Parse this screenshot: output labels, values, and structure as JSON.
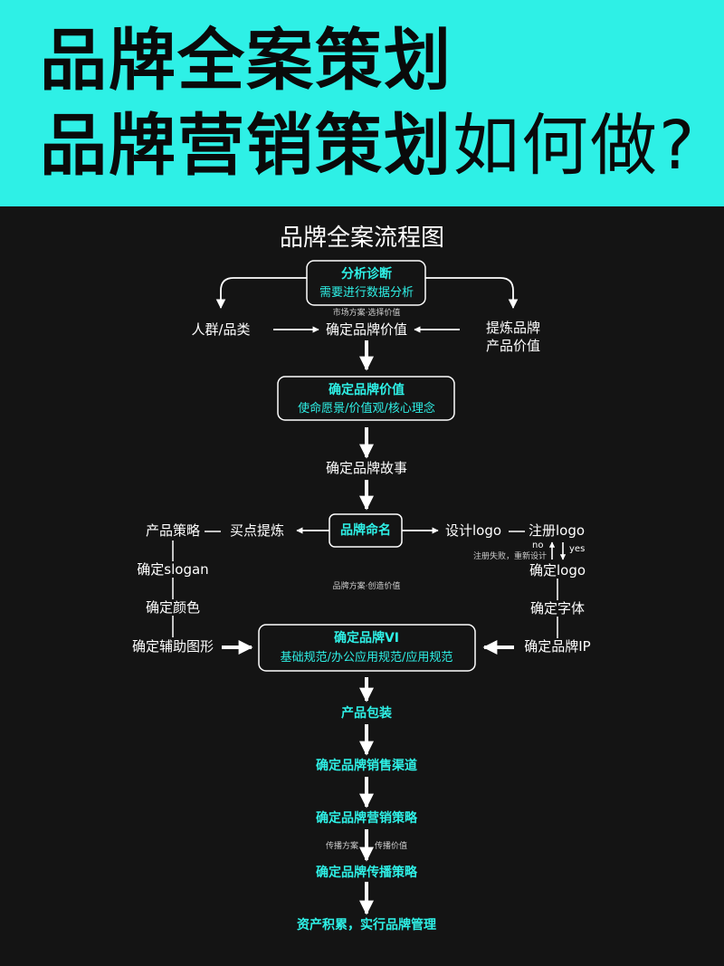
{
  "header": {
    "line1": "品牌全案策划",
    "line2_bold": "品牌营销策划",
    "line2_light": "如何做?"
  },
  "diagram": {
    "title": "品牌全案流程图",
    "analysis": {
      "title": "分析诊断",
      "sub": "需要进行数据分析"
    },
    "market_note": "市场方案·选择价值",
    "crowd": "人群/品类",
    "confirm_value": "确定品牌价值",
    "extract_1": "提炼品牌",
    "extract_2": "产品价值",
    "value_box": {
      "title": "确定品牌价值",
      "sub": "使命愿景/价值观/核心理念"
    },
    "story": "确定品牌故事",
    "naming": "品牌命名",
    "selling_point": "买点提炼",
    "product_strategy": "产品策略",
    "slogan": "确定slogan",
    "color": "确定颜色",
    "aux_graphic": "确定辅助图形",
    "design_logo": "设计logo",
    "register_logo": "注册logo",
    "no": "no",
    "yes": "yes",
    "register_fail": "注册失败，重新设计",
    "confirm_logo": "确定logo",
    "font": "确定字体",
    "ip": "确定品牌IP",
    "brand_plan_note": "品牌方案·创造价值",
    "vi_box": {
      "title": "确定品牌VI",
      "sub": "基础规范/办公应用规范/应用规范"
    },
    "packaging": "产品包装",
    "channels": "确定品牌销售渠道",
    "marketing": "确定品牌营销策略",
    "spread_plan": "传播方案",
    "spread_value": "传播价值",
    "spread_strategy": "确定品牌传播策略",
    "final": "资产积累，实行品牌管理"
  },
  "colors": {
    "accent": "#2ef0e6",
    "background": "#141414",
    "text": "#ffffff"
  }
}
